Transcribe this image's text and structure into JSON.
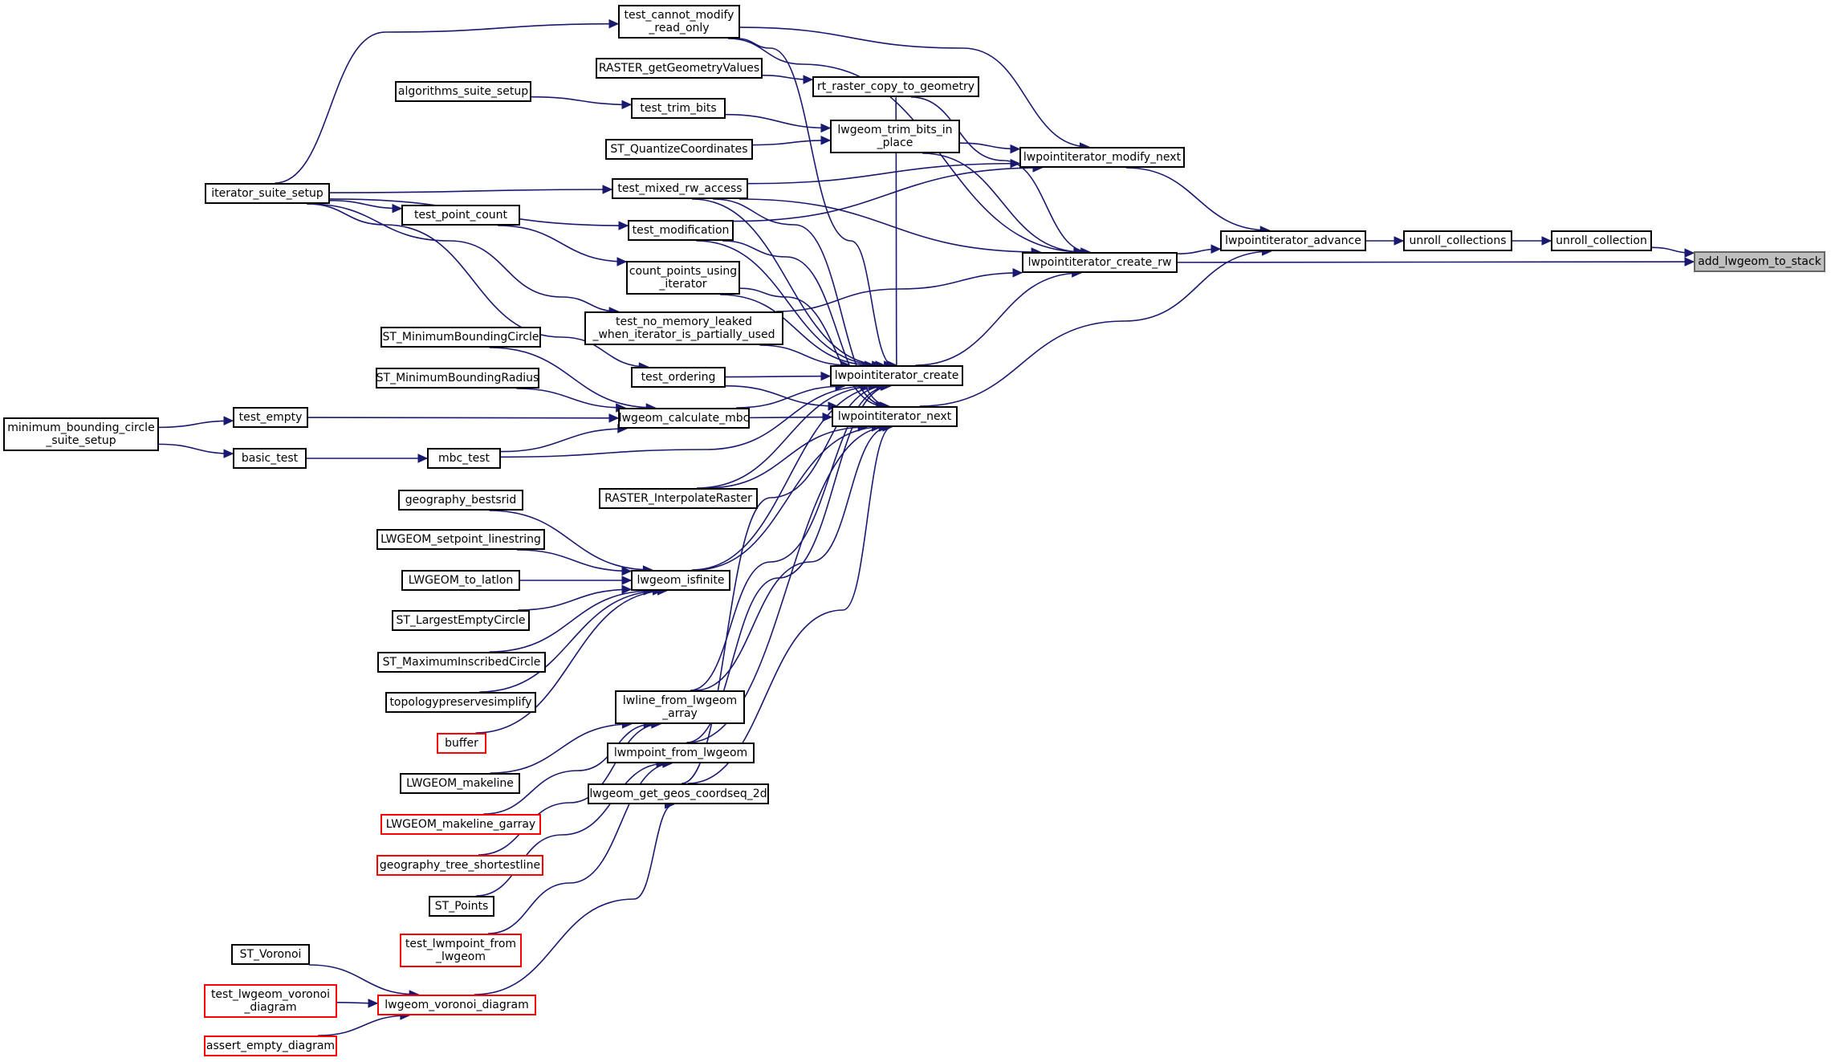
{
  "colors": {
    "edge": "#191970",
    "root_fill": "#bfbfbf",
    "red_border": "#ff0000",
    "node_border": "#000000"
  },
  "nodes": [
    {
      "id": "add_lwgeom_to_stack",
      "label": "add_lwgeom_to_stack",
      "style": "root"
    },
    {
      "id": "unroll_collection",
      "label": "unroll_collection",
      "style": "normal"
    },
    {
      "id": "unroll_collections",
      "label": "unroll_collections",
      "style": "normal"
    },
    {
      "id": "lwpointiterator_advance",
      "label": "lwpointiterator_advance",
      "style": "normal"
    },
    {
      "id": "lwpointiterator_modify_next",
      "label": "lwpointiterator_modify_next",
      "style": "normal"
    },
    {
      "id": "lwpointiterator_create_rw",
      "label": "lwpointiterator_create_rw",
      "style": "normal"
    },
    {
      "id": "lwpointiterator_create",
      "label": "lwpointiterator_create",
      "style": "normal"
    },
    {
      "id": "lwpointiterator_next",
      "label": "lwpointiterator_next",
      "style": "normal"
    },
    {
      "id": "test_cannot_modify_read_only",
      "label": "test_cannot_modify\n_read_only",
      "style": "normal"
    },
    {
      "id": "RASTER_getGeometryValues",
      "label": "RASTER_getGeometryValues",
      "style": "normal"
    },
    {
      "id": "rt_raster_copy_to_geometry",
      "label": "rt_raster_copy_to_geometry",
      "style": "normal"
    },
    {
      "id": "algorithms_suite_setup",
      "label": "algorithms_suite_setup",
      "style": "normal"
    },
    {
      "id": "test_trim_bits",
      "label": "test_trim_bits",
      "style": "normal"
    },
    {
      "id": "lwgeom_trim_bits_in_place",
      "label": "lwgeom_trim_bits_in\n_place",
      "style": "normal"
    },
    {
      "id": "ST_QuantizeCoordinates",
      "label": "ST_QuantizeCoordinates",
      "style": "normal"
    },
    {
      "id": "iterator_suite_setup",
      "label": "iterator_suite_setup",
      "style": "normal"
    },
    {
      "id": "test_mixed_rw_access",
      "label": "test_mixed_rw_access",
      "style": "normal"
    },
    {
      "id": "test_point_count",
      "label": "test_point_count",
      "style": "normal"
    },
    {
      "id": "test_modification",
      "label": "test_modification",
      "style": "normal"
    },
    {
      "id": "count_points_using_iterator",
      "label": "count_points_using\n_iterator",
      "style": "normal"
    },
    {
      "id": "test_no_memory_leaked",
      "label": "test_no_memory_leaked\n_when_iterator_is_partially_used",
      "style": "normal"
    },
    {
      "id": "ST_MinimumBoundingCircle",
      "label": "ST_MinimumBoundingCircle",
      "style": "normal"
    },
    {
      "id": "ST_MinimumBoundingRadius",
      "label": "ST_MinimumBoundingRadius",
      "style": "normal"
    },
    {
      "id": "test_ordering",
      "label": "test_ordering",
      "style": "normal"
    },
    {
      "id": "minimum_bounding_circle_suite_setup",
      "label": "minimum_bounding_circle\n_suite_setup",
      "style": "normal"
    },
    {
      "id": "test_empty",
      "label": "test_empty",
      "style": "normal"
    },
    {
      "id": "lwgeom_calculate_mbc",
      "label": "lwgeom_calculate_mbc",
      "style": "normal"
    },
    {
      "id": "basic_test",
      "label": "basic_test",
      "style": "normal"
    },
    {
      "id": "mbc_test",
      "label": "mbc_test",
      "style": "normal"
    },
    {
      "id": "RASTER_InterpolateRaster",
      "label": "RASTER_InterpolateRaster",
      "style": "normal"
    },
    {
      "id": "geography_bestsrid",
      "label": "geography_bestsrid",
      "style": "normal"
    },
    {
      "id": "LWGEOM_setpoint_linestring",
      "label": "LWGEOM_setpoint_linestring",
      "style": "normal"
    },
    {
      "id": "LWGEOM_to_latlon",
      "label": "LWGEOM_to_latlon",
      "style": "normal"
    },
    {
      "id": "lwgeom_isfinite",
      "label": "lwgeom_isfinite",
      "style": "normal"
    },
    {
      "id": "ST_LargestEmptyCircle",
      "label": "ST_LargestEmptyCircle",
      "style": "normal"
    },
    {
      "id": "ST_MaximumInscribedCircle",
      "label": "ST_MaximumInscribedCircle",
      "style": "normal"
    },
    {
      "id": "topologypreservesimplify",
      "label": "topologypreservesimplify",
      "style": "normal"
    },
    {
      "id": "lwline_from_lwgeom_array",
      "label": "lwline_from_lwgeom\n_array",
      "style": "normal"
    },
    {
      "id": "buffer",
      "label": "buffer",
      "style": "red"
    },
    {
      "id": "lwmpoint_from_lwgeom",
      "label": "lwmpoint_from_lwgeom",
      "style": "normal"
    },
    {
      "id": "LWGEOM_makeline",
      "label": "LWGEOM_makeline",
      "style": "normal"
    },
    {
      "id": "lwgeom_get_geos_coordseq_2d",
      "label": "lwgeom_get_geos_coordseq_2d",
      "style": "normal"
    },
    {
      "id": "LWGEOM_makeline_garray",
      "label": "LWGEOM_makeline_garray",
      "style": "red"
    },
    {
      "id": "geography_tree_shortestline",
      "label": "geography_tree_shortestline",
      "style": "red"
    },
    {
      "id": "ST_Points",
      "label": "ST_Points",
      "style": "normal"
    },
    {
      "id": "test_lwmpoint_from_lwgeom",
      "label": "test_lwmpoint_from\n_lwgeom",
      "style": "red"
    },
    {
      "id": "ST_Voronoi",
      "label": "ST_Voronoi",
      "style": "normal"
    },
    {
      "id": "test_lwgeom_voronoi_diagram",
      "label": "test_lwgeom_voronoi\n_diagram",
      "style": "red"
    },
    {
      "id": "lwgeom_voronoi_diagram",
      "label": "lwgeom_voronoi_diagram",
      "style": "red"
    },
    {
      "id": "assert_empty_diagram",
      "label": "assert_empty_diagram",
      "style": "red"
    }
  ],
  "edges": [
    [
      "unroll_collection",
      "add_lwgeom_to_stack"
    ],
    [
      "lwpointiterator_create_rw",
      "add_lwgeom_to_stack"
    ],
    [
      "unroll_collections",
      "unroll_collection"
    ],
    [
      "lwpointiterator_advance",
      "unroll_collections"
    ],
    [
      "lwpointiterator_modify_next",
      "lwpointiterator_advance"
    ],
    [
      "lwpointiterator_create_rw",
      "lwpointiterator_advance"
    ],
    [
      "lwpointiterator_next",
      "lwpointiterator_advance"
    ],
    [
      "test_cannot_modify_read_only",
      "lwpointiterator_modify_next"
    ],
    [
      "lwgeom_trim_bits_in_place",
      "lwpointiterator_modify_next"
    ],
    [
      "test_mixed_rw_access",
      "lwpointiterator_modify_next"
    ],
    [
      "test_modification",
      "lwpointiterator_modify_next"
    ],
    [
      "test_cannot_modify_read_only",
      "lwpointiterator_create_rw"
    ],
    [
      "rt_raster_copy_to_geometry",
      "lwpointiterator_create_rw"
    ],
    [
      "lwgeom_trim_bits_in_place",
      "lwpointiterator_create_rw"
    ],
    [
      "test_mixed_rw_access",
      "lwpointiterator_create_rw"
    ],
    [
      "test_no_memory_leaked",
      "lwpointiterator_create_rw"
    ],
    [
      "lwpointiterator_create",
      "lwpointiterator_create_rw"
    ],
    [
      "RASTER_getGeometryValues",
      "rt_raster_copy_to_geometry"
    ],
    [
      "test_trim_bits",
      "lwgeom_trim_bits_in_place"
    ],
    [
      "ST_QuantizeCoordinates",
      "lwgeom_trim_bits_in_place"
    ],
    [
      "algorithms_suite_setup",
      "test_trim_bits"
    ],
    [
      "iterator_suite_setup",
      "test_cannot_modify_read_only"
    ],
    [
      "iterator_suite_setup",
      "test_mixed_rw_access"
    ],
    [
      "iterator_suite_setup",
      "test_point_count"
    ],
    [
      "iterator_suite_setup",
      "test_modification"
    ],
    [
      "iterator_suite_setup",
      "test_no_memory_leaked"
    ],
    [
      "iterator_suite_setup",
      "test_ordering"
    ],
    [
      "test_point_count",
      "count_points_using_iterator"
    ],
    [
      "test_cannot_modify_read_only",
      "lwpointiterator_create"
    ],
    [
      "rt_raster_copy_to_geometry",
      "lwpointiterator_create"
    ],
    [
      "test_mixed_rw_access",
      "lwpointiterator_create"
    ],
    [
      "test_modification",
      "lwpointiterator_create"
    ],
    [
      "count_points_using_iterator",
      "lwpointiterator_create"
    ],
    [
      "test_no_memory_leaked",
      "lwpointiterator_create"
    ],
    [
      "test_ordering",
      "lwpointiterator_create"
    ],
    [
      "lwgeom_calculate_mbc",
      "lwpointiterator_create"
    ],
    [
      "mbc_test",
      "lwpointiterator_create"
    ],
    [
      "RASTER_InterpolateRaster",
      "lwpointiterator_create"
    ],
    [
      "lwgeom_isfinite",
      "lwpointiterator_create"
    ],
    [
      "lwline_from_lwgeom_array",
      "lwpointiterator_create"
    ],
    [
      "lwmpoint_from_lwgeom",
      "lwpointiterator_create"
    ],
    [
      "lwgeom_get_geos_coordseq_2d",
      "lwpointiterator_create"
    ],
    [
      "test_mixed_rw_access",
      "lwpointiterator_next"
    ],
    [
      "test_modification",
      "lwpointiterator_next"
    ],
    [
      "count_points_using_iterator",
      "lwpointiterator_next"
    ],
    [
      "test_ordering",
      "lwpointiterator_next"
    ],
    [
      "lwgeom_calculate_mbc",
      "lwpointiterator_next"
    ],
    [
      "RASTER_InterpolateRaster",
      "lwpointiterator_next"
    ],
    [
      "lwgeom_isfinite",
      "lwpointiterator_next"
    ],
    [
      "lwline_from_lwgeom_array",
      "lwpointiterator_next"
    ],
    [
      "lwmpoint_from_lwgeom",
      "lwpointiterator_next"
    ],
    [
      "lwgeom_get_geos_coordseq_2d",
      "lwpointiterator_next"
    ],
    [
      "ST_MinimumBoundingCircle",
      "lwgeom_calculate_mbc"
    ],
    [
      "ST_MinimumBoundingRadius",
      "lwgeom_calculate_mbc"
    ],
    [
      "test_empty",
      "lwgeom_calculate_mbc"
    ],
    [
      "mbc_test",
      "lwgeom_calculate_mbc"
    ],
    [
      "minimum_bounding_circle_suite_setup",
      "test_empty"
    ],
    [
      "minimum_bounding_circle_suite_setup",
      "basic_test"
    ],
    [
      "basic_test",
      "mbc_test"
    ],
    [
      "geography_bestsrid",
      "lwgeom_isfinite"
    ],
    [
      "LWGEOM_setpoint_linestring",
      "lwgeom_isfinite"
    ],
    [
      "LWGEOM_to_latlon",
      "lwgeom_isfinite"
    ],
    [
      "ST_LargestEmptyCircle",
      "lwgeom_isfinite"
    ],
    [
      "ST_MaximumInscribedCircle",
      "lwgeom_isfinite"
    ],
    [
      "topologypreservesimplify",
      "lwgeom_isfinite"
    ],
    [
      "buffer",
      "lwgeom_isfinite"
    ],
    [
      "LWGEOM_makeline",
      "lwline_from_lwgeom_array"
    ],
    [
      "LWGEOM_makeline_garray",
      "lwline_from_lwgeom_array"
    ],
    [
      "geography_tree_shortestline",
      "lwline_from_lwgeom_array"
    ],
    [
      "ST_Points",
      "lwmpoint_from_lwgeom"
    ],
    [
      "test_lwmpoint_from_lwgeom",
      "lwmpoint_from_lwgeom"
    ],
    [
      "lwgeom_voronoi_diagram",
      "lwgeom_get_geos_coordseq_2d"
    ],
    [
      "ST_Voronoi",
      "lwgeom_voronoi_diagram"
    ],
    [
      "test_lwgeom_voronoi_diagram",
      "lwgeom_voronoi_diagram"
    ],
    [
      "assert_empty_diagram",
      "lwgeom_voronoi_diagram"
    ]
  ]
}
